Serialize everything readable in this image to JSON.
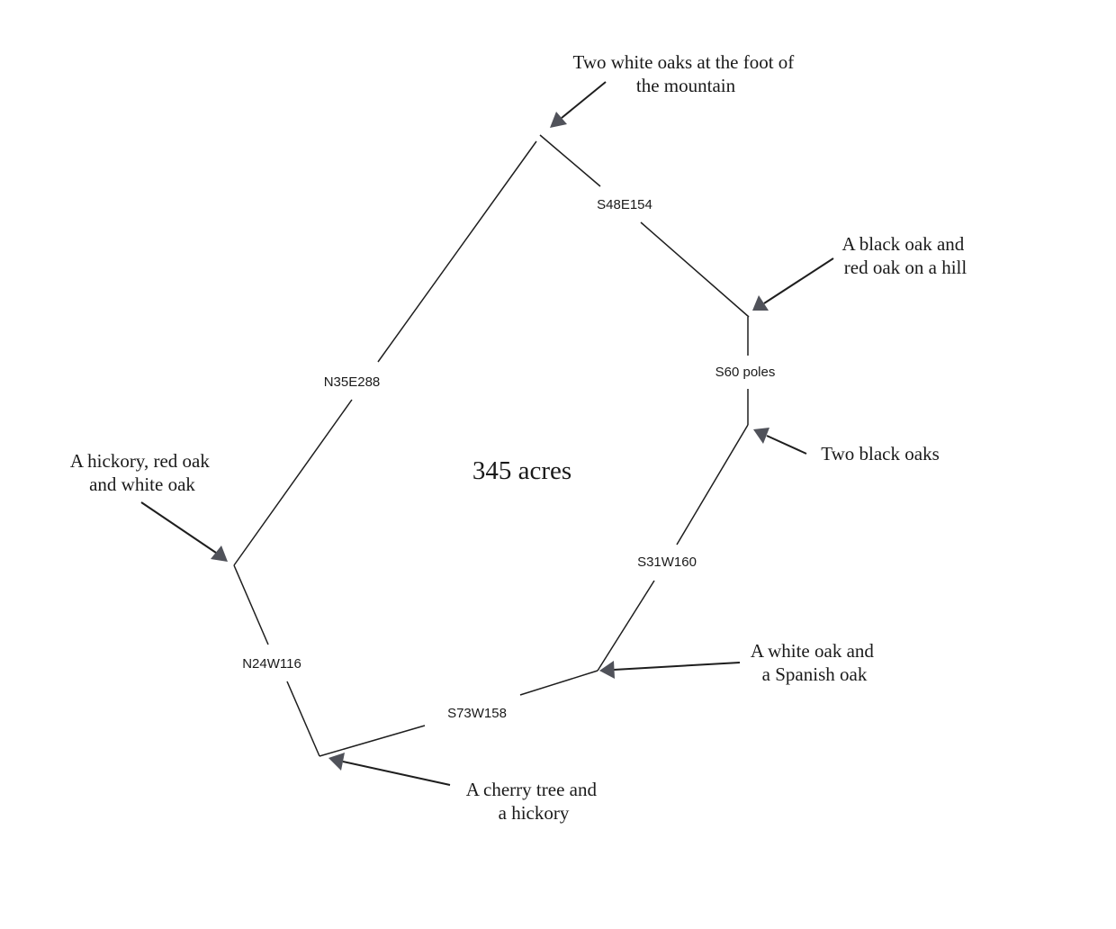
{
  "area_label": "345 acres",
  "bearings": {
    "s48e": "S48E154",
    "s60": "S60 poles",
    "s31w": "S31W160",
    "s73w": "S73W158",
    "n24w": "N24W116",
    "n35e": "N35E288"
  },
  "corners": {
    "top": [
      "Two white oaks at the foot of",
      "the mountain"
    ],
    "hill": [
      "A black oak and",
      "red oak on a hill"
    ],
    "blackoaks": [
      "Two black oaks"
    ],
    "spanish": [
      "A white oak and",
      "a Spanish oak"
    ],
    "cherry": [
      "A cherry tree and",
      "a hickory"
    ],
    "hickory": [
      "A hickory, red oak",
      "and white oak"
    ]
  }
}
